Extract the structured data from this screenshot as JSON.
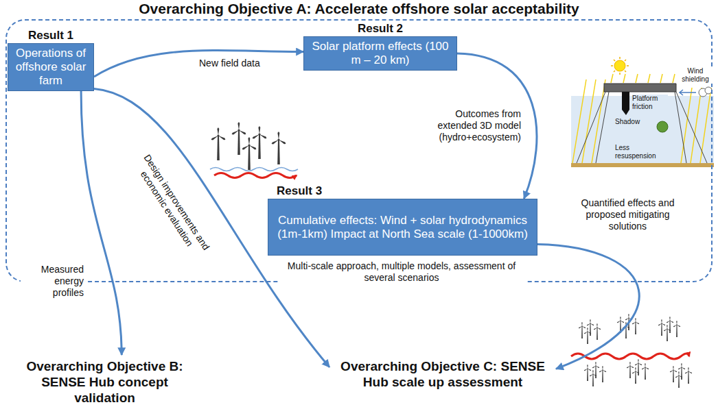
{
  "diagram": {
    "nodes": [
      {
        "text": [
          "Overarching Objective A: Accelerate offshore solar acceptability"
        ]
      },
      {
        "text": [
          "Result 1",
          "Operations of offshore solar farm"
        ],
        "in": 0
      },
      {
        "text": [
          "Result 2",
          "Solar platform effects (100 m – 20 km)"
        ],
        "in": 0
      },
      {
        "text": [
          "Result 3",
          "Cumulative effects: Wind + solar hydrodynamics (1m-1km) Impact at North Sea scale (1-1000km)"
        ],
        "in": 0
      },
      {
        "text": [
          "Overarching Objective B: SENSE Hub concept validation"
        ]
      },
      {
        "text": [
          "Overarching Objective C: SENSE Hub scale up assessment"
        ]
      }
    ],
    "edges": [
      {
        "from": 1,
        "to": 2,
        "label": "New field data",
        "arrow": "to"
      },
      {
        "from": 2,
        "to": 3,
        "label": "Outcomes from extended 3D model (hydro+ecosystem)",
        "arrow": "to"
      },
      {
        "from": 1,
        "to": 4,
        "label": "Measured energy profiles",
        "arrow": "to"
      },
      {
        "from": 1,
        "to": 5,
        "label": "Design improvements and economic evaluation",
        "arrow": "to"
      },
      {
        "from": 3,
        "to": 5,
        "label": "Quantified effects and proposed mitigating solutions",
        "arrow": "to"
      }
    ],
    "labels": [
      "Wind shielding",
      "Platform friction",
      "Shadow",
      "Less resuspension",
      "Multi-scale approach, multiple models, assessment of several scenarios"
    ]
  }
}
